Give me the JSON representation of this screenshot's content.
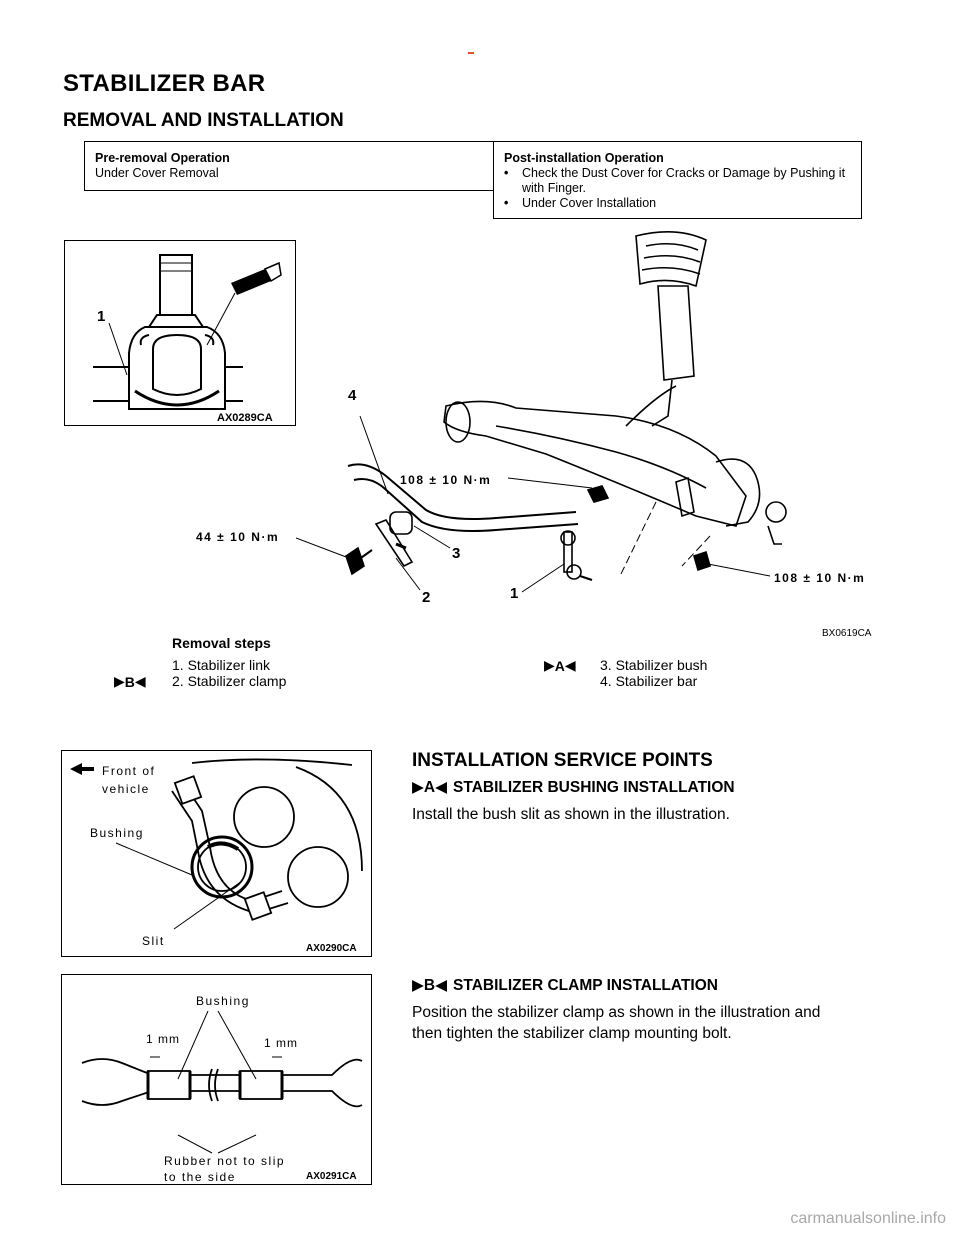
{
  "page": {
    "title": "STABILIZER BAR",
    "subtitle": "REMOVAL AND INSTALLATION",
    "pre_removal": {
      "title": "Pre-removal Operation",
      "text": "Under Cover Removal"
    },
    "post_installation": {
      "title": "Post-installation Operation",
      "items": [
        "Check the Dust Cover for Cracks or Damage by Pushing it with Finger.",
        "Under Cover Installation"
      ]
    },
    "bullet_glyph": "•"
  },
  "figure_main": {
    "inset_code": "AX0289CA",
    "inset_callout": "1",
    "main_code": "BX0619CA",
    "callouts": [
      "1",
      "2",
      "3",
      "4"
    ],
    "torque_upper": "108 ± 10 N·m",
    "torque_left": "44 ± 10 N·m",
    "torque_lower_right": "108 ± 10 N·m"
  },
  "removal_steps": {
    "title": "Removal steps",
    "left": [
      {
        "mark": "",
        "text": "1. Stabilizer link"
      },
      {
        "mark": "B",
        "text": "2. Stabilizer clamp"
      }
    ],
    "right": [
      {
        "mark": "A",
        "text": "3. Stabilizer bush"
      },
      {
        "mark": "",
        "text": "4. Stabilizer bar"
      }
    ]
  },
  "service_points": {
    "title": "INSTALLATION SERVICE POINTS",
    "a": {
      "mark": "A",
      "heading": "STABILIZER BUSHING INSTALLATION",
      "text": "Install the bush slit as shown in the illustration."
    },
    "b": {
      "mark": "B",
      "heading": "STABILIZER CLAMP INSTALLATION",
      "text_line1": "Position the stabilizer clamp as shown in the illustration and",
      "text_line2": "then tighten the stabilizer clamp mounting bolt."
    }
  },
  "figure_bushing": {
    "code": "AX0290CA",
    "front_line1": "Front of",
    "front_line2": "vehicle",
    "bushing": "Bushing",
    "slit": "Slit"
  },
  "figure_clamp": {
    "code": "AX0291CA",
    "bushing": "Bushing",
    "gap_left": "1 mm",
    "gap_right": "1 mm",
    "note_line1": "Rubber not to slip",
    "note_line2": "to the side"
  },
  "footer": {
    "watermark": "carmanualsonline.info"
  }
}
